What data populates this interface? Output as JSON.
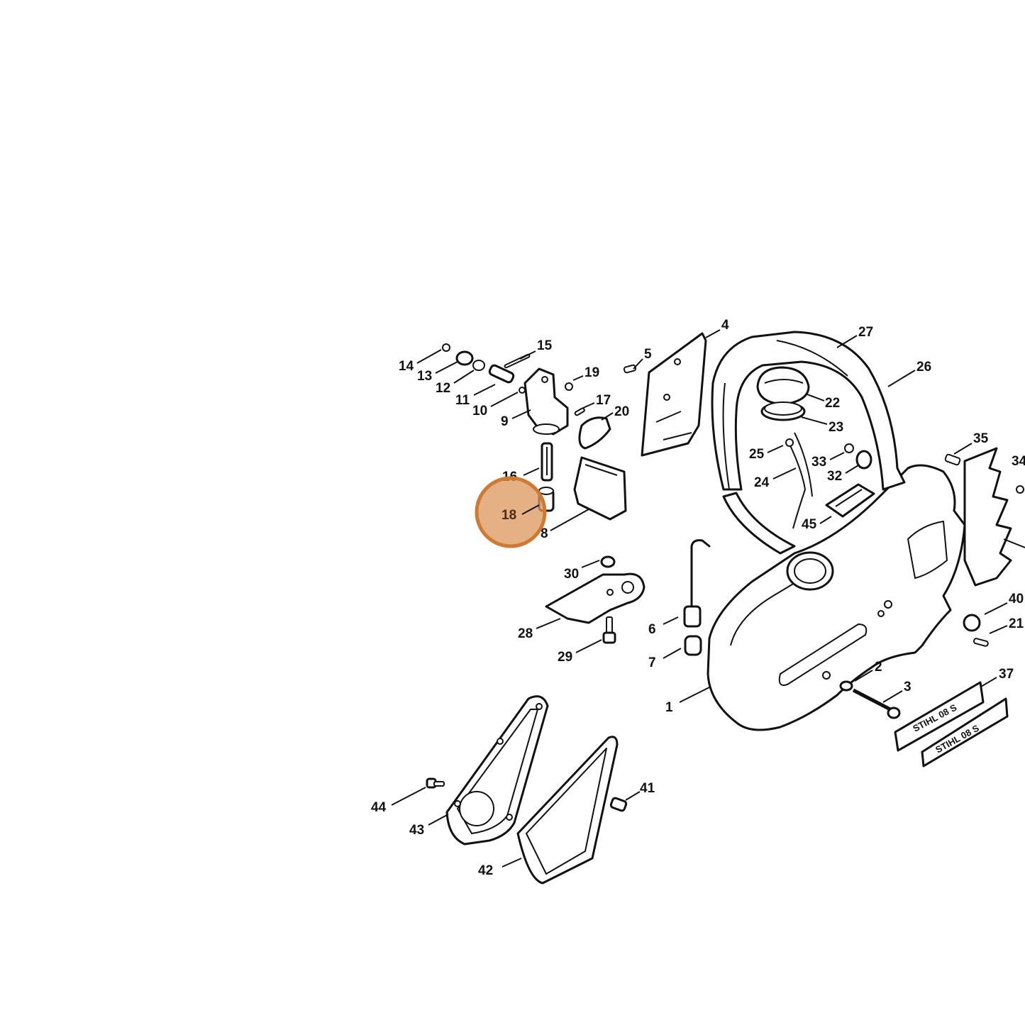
{
  "diagram": {
    "highlighted_part": "18",
    "highlight_color": "#cf7a33",
    "callouts": [
      "1",
      "2",
      "3",
      "4",
      "5",
      "6",
      "7",
      "8",
      "9",
      "10",
      "11",
      "12",
      "13",
      "14",
      "15",
      "16",
      "17",
      "18",
      "19",
      "20",
      "21",
      "22",
      "23",
      "24",
      "25",
      "26",
      "27",
      "28",
      "29",
      "30",
      "32",
      "33",
      "34",
      "35",
      "37",
      "40",
      "41",
      "42",
      "43",
      "44",
      "45"
    ],
    "badge_text": "STIHL 08 S"
  }
}
